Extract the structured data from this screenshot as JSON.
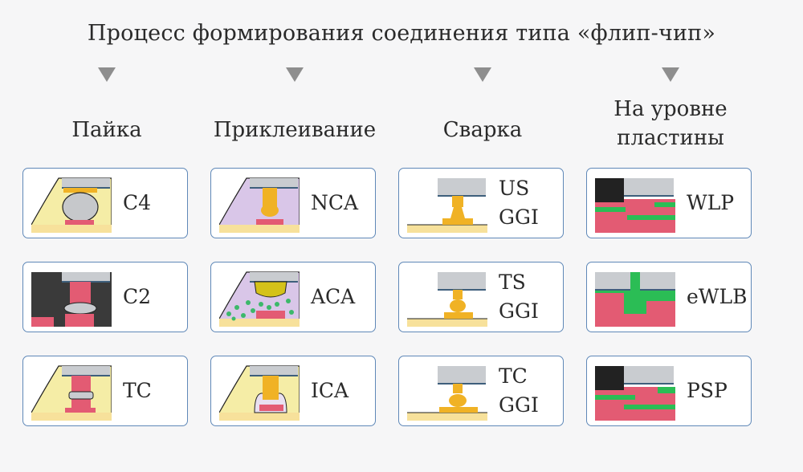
{
  "title": "Процесс формирования соединения типа «флип-чип»",
  "colors": {
    "card_border": "#5f88b8",
    "die": "#c9ccd0",
    "die_edge": "#3e5f7c",
    "underfill": "#f5eda6",
    "substrate": "#f7e19b",
    "pad": "#e35b73",
    "bump": "#f0b225",
    "adhesive": "#d9c6e8",
    "mold": "#222222",
    "rdl": "#2bbd55"
  },
  "columns": [
    {
      "name": "Пайка",
      "cards": [
        {
          "label": "C4",
          "icon": "solder-ball-icon"
        },
        {
          "label": "C2",
          "icon": "copper-pillar-icon"
        },
        {
          "label": "TC",
          "icon": "thermocompression-icon"
        }
      ]
    },
    {
      "name": "Приклеивание",
      "cards": [
        {
          "label": "NCA",
          "icon": "non-conductive-adhesive-icon"
        },
        {
          "label": "ACA",
          "icon": "anisotropic-adhesive-icon"
        },
        {
          "label": "ICA",
          "icon": "isotropic-adhesive-icon"
        }
      ]
    },
    {
      "name": "Сварка",
      "cards": [
        {
          "label": "US\nGGI",
          "icon": "ultrasonic-bond-icon"
        },
        {
          "label": "TS\nGGI",
          "icon": "thermosonic-bond-icon"
        },
        {
          "label": "TC\nGGI",
          "icon": "thermocompression-bond-icon"
        }
      ]
    },
    {
      "name": "На уровне\nпластины",
      "cards": [
        {
          "label": "WLP",
          "icon": "wafer-level-package-icon"
        },
        {
          "label": "eWLB",
          "icon": "embedded-wafer-level-icon"
        },
        {
          "label": "PSP",
          "icon": "panel-scale-package-icon"
        }
      ]
    }
  ]
}
